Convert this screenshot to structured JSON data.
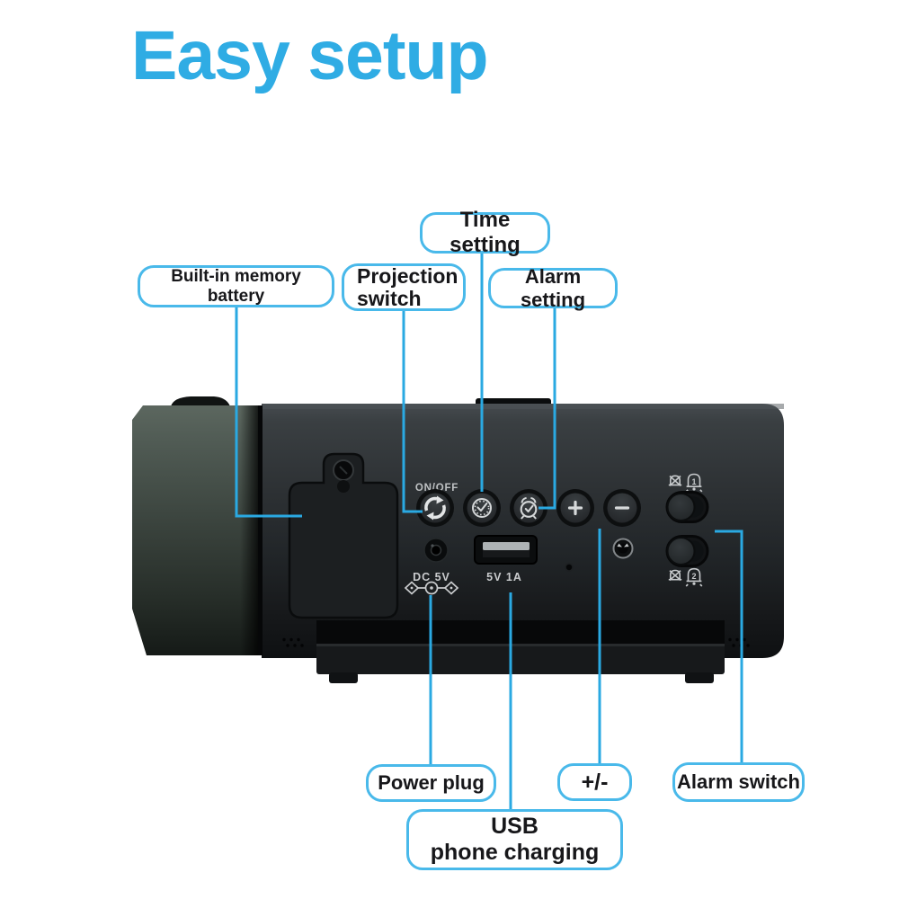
{
  "title": "Easy setup",
  "colors": {
    "accent_blue": "#2face4",
    "callout_border": "#49b9ea",
    "callout_line": "#2aa9e2",
    "device_body_dark": "#1a1c1e",
    "device_lens_green": "#3c453f"
  },
  "callouts": {
    "time_setting": {
      "label": "Time setting"
    },
    "memory_battery": {
      "label": "Built-in memory battery"
    },
    "projection_switch": {
      "label_line1": "Projection",
      "label_line2": "switch"
    },
    "alarm_setting": {
      "label": "Alarm setting"
    },
    "power_plug": {
      "label": "Power plug"
    },
    "plus_minus": {
      "label": "+/-"
    },
    "alarm_switch": {
      "label": "Alarm switch"
    },
    "usb_charging": {
      "label_line1": "USB",
      "label_line2": "phone charging"
    }
  },
  "device": {
    "onoff_label": "ON/OFF",
    "dc_label": "DC 5V",
    "usb_label": "5V 1A",
    "alarm1_number": "1",
    "alarm2_number": "2",
    "icons": {
      "projection_onoff": "sync-arrows",
      "time_setting": "clock",
      "alarm_setting": "alarm-clock",
      "increase": "plus",
      "decrease": "minus",
      "alarm_mute": "bell-crossed",
      "alarm_on": "bell-numbered",
      "dc_polarity": "center-positive-polarity"
    }
  }
}
